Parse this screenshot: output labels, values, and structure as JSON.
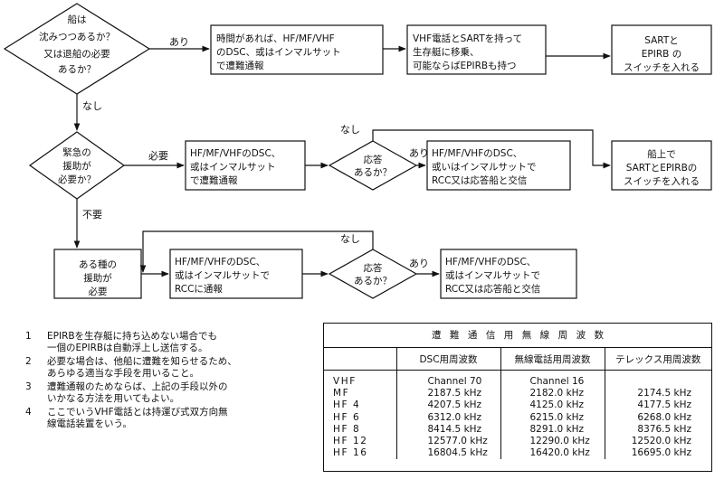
{
  "flowchart": {
    "q1": [
      "船は",
      "沈みつつあるか？",
      "又は退船の必要",
      "あるか？"
    ],
    "q2": [
      "緊急の",
      "援助が",
      "必要か？"
    ],
    "q3": [
      "応答",
      "あるか？"
    ],
    "q4": [
      "応答",
      "あるか？"
    ],
    "b1": [
      "時間があれば、HF/MF/VHF",
      "のDSC、或はインマルサット",
      "で遭難通報"
    ],
    "b2": [
      "VHF電話とSARTを持って",
      "生存艇に移乗、",
      "可能ならばEPIRBも持つ"
    ],
    "b3": [
      "SARTと",
      "EPIRB の",
      "スイッチを入れる"
    ],
    "b4": [
      "HF/MF/VHFのDSC、",
      "或はインマルサット",
      "で遭難通報"
    ],
    "b5": [
      "HF/MF/VHFのDSC、",
      "或いはインマルサットで",
      "RCC又は応答船と交信"
    ],
    "b6": [
      "船上で",
      "SARTとEPIRBの",
      "スイッチを入れる"
    ],
    "b7": [
      "ある種の",
      "援助が",
      "必要"
    ],
    "b8": [
      "HF/MF/VHFのDSC、",
      "或はインマルサットで",
      "RCCに通報"
    ],
    "b9": [
      "HF/MF/VHFのDSC、",
      "或はインマルサットで",
      "RCC又は応答船と交信"
    ],
    "labels": {
      "yes1": "あり",
      "no1": "なし",
      "need": "必要",
      "noneed": "不要",
      "nashi3": "なし",
      "ari3": "あり",
      "nashi4": "なし",
      "ari4": "あり"
    }
  },
  "notes": [
    {
      "num": "1",
      "text": "EPIRBを生存艇に持ち込めない場合でも\n一個のEPIRBは自動浮上し送信する。"
    },
    {
      "num": "2",
      "text": "必要な場合は、他船に遭難を知らせるため、\nあらゆる適当な手段を用いること。"
    },
    {
      "num": "3",
      "text": "遭難通報のためならば、上記の手段以外の\nいかなる方法を用いてもよい。"
    },
    {
      "num": "4",
      "text": "ここでいうVHF電話とは持運び式双方向無\n線電話装置をいう。"
    }
  ],
  "freq_table": {
    "title": "遭難通信用無線周波数",
    "headers": [
      "",
      "DSC用周波数",
      "無線電話用周波数",
      "テレックス用周波数"
    ],
    "rows": [
      [
        "VHF",
        "Channel 70",
        "Channel 16",
        ""
      ],
      [
        "MF",
        "2187.5 kHz",
        "2182.0 kHz",
        "2174.5 kHz"
      ],
      [
        "HF 4",
        "4207.5 kHz",
        "4125.0 kHz",
        "4177.5 kHz"
      ],
      [
        "HF 6",
        "6312.0 kHz",
        "6215.0 kHz",
        "6268.0 kHz"
      ],
      [
        "HF 8",
        "8414.5 kHz",
        "8291.0 kHz",
        "8376.5 kHz"
      ],
      [
        "HF 12",
        "12577.0 kHz",
        "12290.0 kHz",
        "12520.0 kHz"
      ],
      [
        "HF 16",
        "16804.5 kHz",
        "16420.0 kHz",
        "16695.0 kHz"
      ]
    ]
  }
}
